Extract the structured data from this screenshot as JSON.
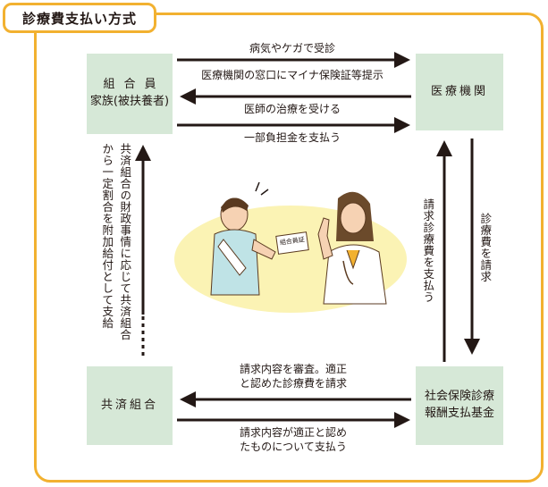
{
  "title": "診療費支払い方式",
  "nodes": {
    "member_line1": "組合員",
    "member_line2": "家族(被扶養者)",
    "medical": "医療機関",
    "kyosai": "共済組合",
    "shiharai_line1": "社会保険診療",
    "shiharai_line2": "報酬支払基金"
  },
  "flows": {
    "illness": "病気やケガで受診",
    "card": "医療機関の窓口にマイナ保険証等提示",
    "treatment": "医師の治療を受ける",
    "copay": "一部負担金を支払う",
    "claim_request": "請求内容を審査。適正と認めた診療費を請求",
    "claim_line1": "請求内容を審査。適正",
    "claim_line2": "と認めた診療費を請求",
    "pay_line1": "請求内容が適正と認め",
    "pay_line2": "たものについて支払う",
    "bill": "診療費を請求",
    "pay_claim": "請求診療費を支払う",
    "benefit_line1": "共済組合の財政事情に応じて共済組合",
    "benefit_line2": "から一定割合を附加給付として支給"
  },
  "illustration": {
    "card_text": "組合員証"
  },
  "colors": {
    "frame": "#f2b130",
    "box": "#d6e8d7",
    "arrow": "#231815",
    "blob": "#fbf3b4"
  }
}
